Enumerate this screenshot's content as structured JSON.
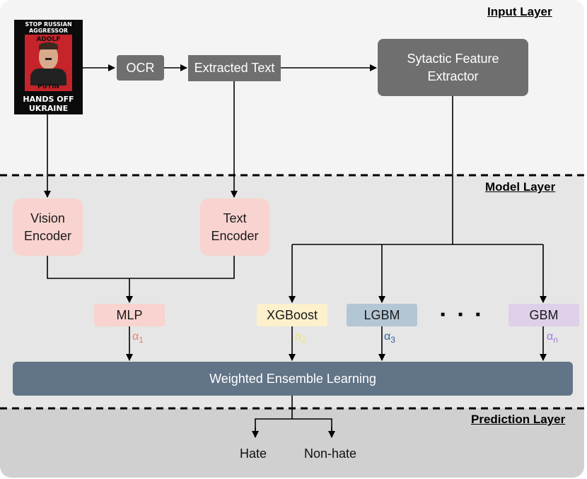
{
  "layers": {
    "input": "Input Layer",
    "model": "Model Layer",
    "prediction": "Prediction Layer"
  },
  "poster": {
    "line1": "STOP RUSSIAN",
    "line2": "AGGRESSOR",
    "name1": "ADOLF",
    "name2": "PUTIN",
    "line3": "HANDS OFF",
    "line4": "UKRAINE"
  },
  "nodes": {
    "ocr": "OCR",
    "extracted_text": "Extracted Text",
    "syntactic_extractor": "Sytactic Feature Extractor",
    "vision_encoder": "Vision Encoder",
    "text_encoder": "Text Encoder",
    "mlp": "MLP",
    "xgboost": "XGBoost",
    "lgbm": "LGBM",
    "ellipsis": "■ ■ ■",
    "gbm": "GBM",
    "ensemble": "Weighted Ensemble Learning"
  },
  "weights": {
    "a1": {
      "symbol": "α",
      "sub": "1",
      "color": "#f07a7a"
    },
    "a2": {
      "symbol": "α",
      "sub": "2",
      "color": "#ece27a"
    },
    "a3": {
      "symbol": "α",
      "sub": "3",
      "color": "#2f5f9e"
    },
    "an": {
      "symbol": "α",
      "sub": "n",
      "color": "#a67be0"
    }
  },
  "outputs": {
    "hate": "Hate",
    "non_hate": "Non-hate"
  },
  "colors": {
    "mlp": "#f8d3cf",
    "xgboost": "#fdf0cc",
    "lgbm": "#b3c6d4",
    "gbm": "#ddd0e8",
    "ensemble": "#627487"
  }
}
